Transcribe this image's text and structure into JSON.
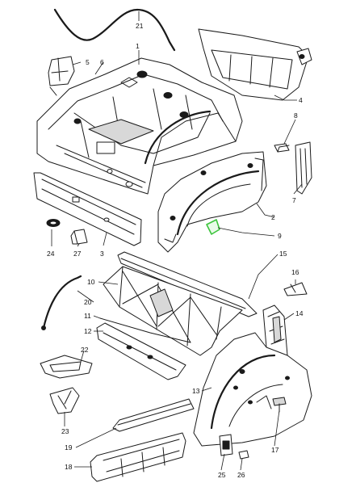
{
  "accent_color": "#3cc43c",
  "highlighted_part": "9",
  "callouts": {
    "n1": "1",
    "n2": "2",
    "n3": "3",
    "n4": "4",
    "n5": "5",
    "n6": "6",
    "n7": "7",
    "n8": "8",
    "n9": "9",
    "n10": "10",
    "n11": "11",
    "n12": "12",
    "n13": "13",
    "n14": "14",
    "n15": "15",
    "n16": "16",
    "n17": "17",
    "n18": "18",
    "n19": "19",
    "n20": "20",
    "n21": "21",
    "n22": "22",
    "n23": "23",
    "n24": "24",
    "n25": "25",
    "n26": "26",
    "n27": "27"
  }
}
